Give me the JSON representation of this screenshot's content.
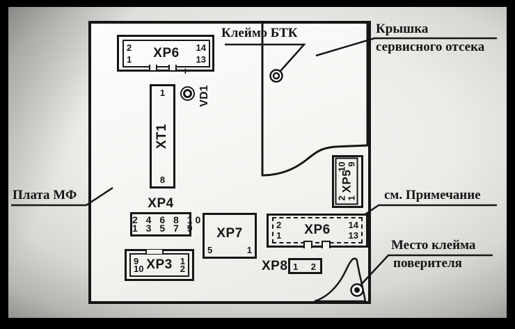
{
  "diagram": {
    "annotations": {
      "btk_stamp": "Клеймо БТК",
      "cover_line1": "Крышка",
      "cover_line2": "сервисного отсека",
      "board_label": "Плата МФ",
      "note": "см. Примечание",
      "verifier_line1": "Место клейма",
      "verifier_line2": "поверителя"
    },
    "connectors": {
      "xp6_top": {
        "label": "XP6",
        "pin_tl": "2",
        "pin_bl": "1",
        "pin_tr": "14",
        "pin_br": "13"
      },
      "vd1": {
        "label": "VD1",
        "polarity": "+"
      },
      "xt1": {
        "label": "XT1",
        "pin_top": "1",
        "pin_bottom": "8"
      },
      "xp4": {
        "label": "XP4",
        "row_top": "2 4 6 8 10",
        "row_bottom": "1 3 5 7 9"
      },
      "xp3": {
        "label": "XP3",
        "pin_tl": "9",
        "pin_tr": "1",
        "pin_bl": "10",
        "pin_br": "2"
      },
      "xp7": {
        "label": "XP7",
        "pin_bl": "5",
        "pin_br": "1"
      },
      "xp6_service": {
        "label": "XP6",
        "pin_tl": "2",
        "pin_bl": "1",
        "pin_tr": "14",
        "pin_br": "13"
      },
      "xp8": {
        "label": "XP8",
        "pin_left": "1",
        "pin_right": "2"
      },
      "xp5": {
        "label": "XP5",
        "pin_tl": "2",
        "pin_tr": "10",
        "pin_bl": "1",
        "pin_br": "9"
      }
    },
    "colors": {
      "line": "#161616",
      "frame": "#000000",
      "paper": "#f4f3f0"
    }
  }
}
